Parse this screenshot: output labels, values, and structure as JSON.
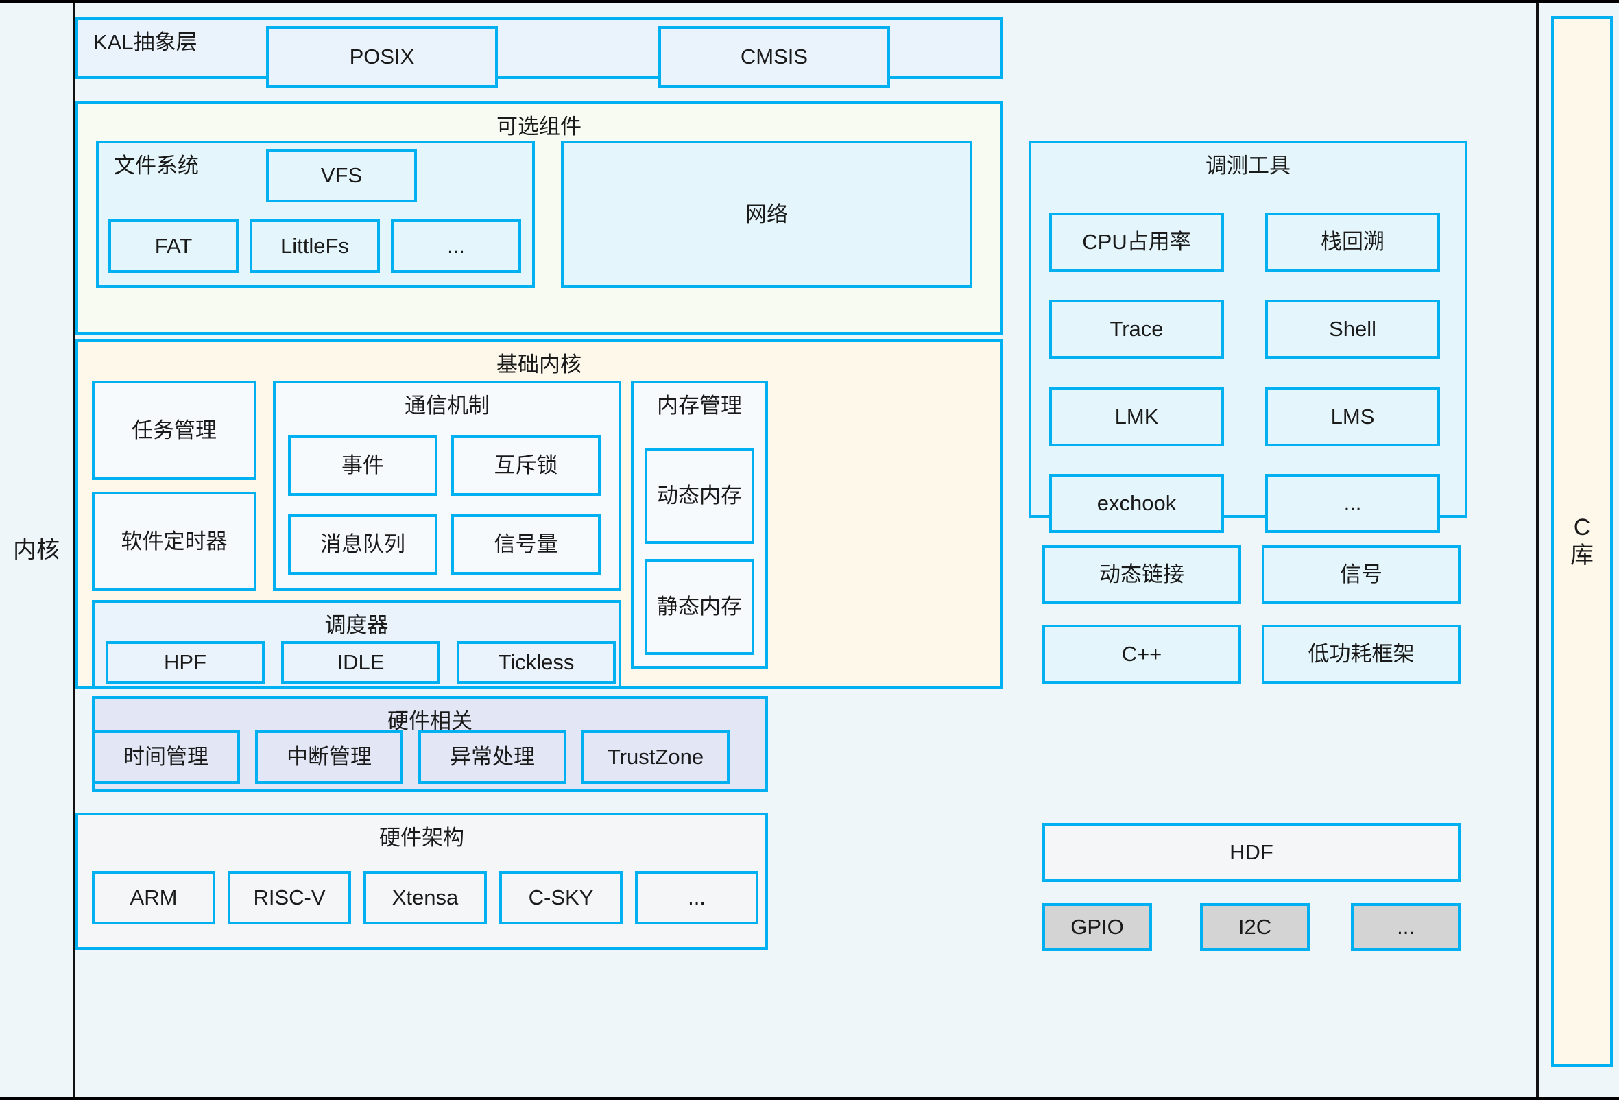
{
  "diagram": {
    "left_side_label": "内核",
    "right_side_label": "C\n库"
  },
  "kal_layer": {
    "title": "KAL抽象层",
    "items": [
      "POSIX",
      "CMSIS"
    ]
  },
  "optional_components": {
    "title": "可选组件",
    "file_system": {
      "title": "文件系统",
      "vfs": "VFS",
      "items": [
        "FAT",
        "LittleFs",
        "..."
      ]
    },
    "network": {
      "title": "网络"
    },
    "debug_tools": {
      "title": "调测工具",
      "items": [
        "CPU占用率",
        "栈回溯",
        "Trace",
        "Shell",
        "LMK",
        "LMS",
        "exchook",
        "..."
      ]
    },
    "extra_items": [
      "动态链接",
      "信号",
      "C++",
      "低功耗框架"
    ]
  },
  "base_kernel": {
    "title": "基础内核",
    "task_management": "任务管理",
    "software_timer": "软件定时器",
    "ipc": {
      "title": "通信机制",
      "items": [
        "事件",
        "互斥锁",
        "消息队列",
        "信号量"
      ]
    },
    "memory": {
      "title": "内存管理",
      "items": [
        "动态内存",
        "静态内存"
      ]
    },
    "scheduler": {
      "title": "调度器",
      "items": [
        "HPF",
        "IDLE",
        "Tickless"
      ]
    },
    "hardware_related": {
      "title": "硬件相关",
      "items": [
        "时间管理",
        "中断管理",
        "异常处理",
        "TrustZone"
      ]
    }
  },
  "hardware_arch": {
    "title": "硬件架构",
    "items": [
      "ARM",
      "RISC-V",
      "Xtensa",
      "C-SKY",
      "..."
    ]
  },
  "hdf": {
    "title": "HDF",
    "items": [
      "GPIO",
      "I2C",
      "..."
    ]
  },
  "colors": {
    "accent": "#00b0f0",
    "frame": "#000000",
    "page_bg": "#eef6fa",
    "cream": "#fdf8ea",
    "lavender": "#e2e6f5",
    "grey": "#d4d4d4"
  }
}
